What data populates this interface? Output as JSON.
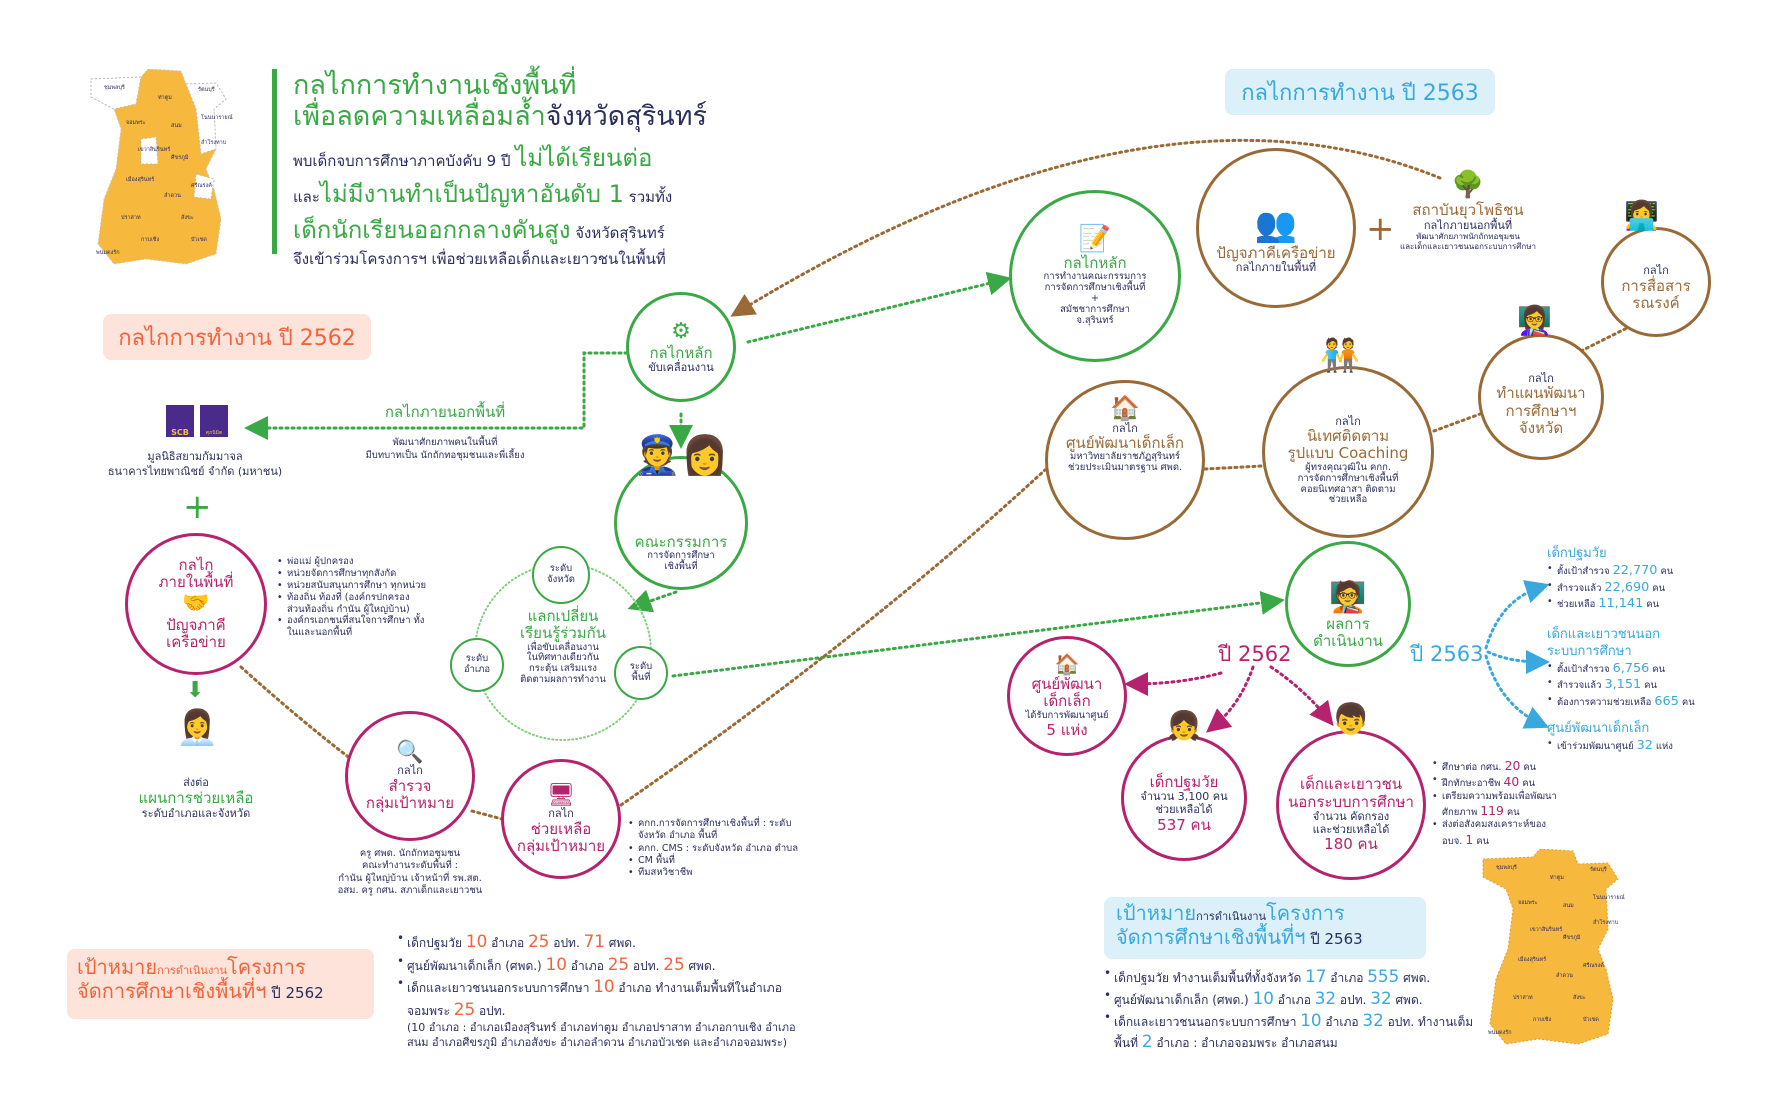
{
  "header": {
    "title_line1": "กลไกการทำงานเชิงพื้นที่",
    "title_line2_a": "เพื่อลดความเหลื่อมล้ำ",
    "title_line2_b": "จังหวัดสุรินทร์",
    "intro": [
      [
        {
          "t": "พบเด็กจบการศึกษาภาคบังคับ 9 ปี ",
          "h": false
        },
        {
          "t": "ไม่ได้เรียนต่อ",
          "h": true
        }
      ],
      [
        {
          "t": "และ",
          "h": false
        },
        {
          "t": "ไม่มีงานทำเป็นปัญหาอันดับ 1",
          "h": true
        },
        {
          "t": " รวมทั้ง",
          "h": false
        }
      ],
      [
        {
          "t": "เด็กนักเรียนออกกลางคันสูง",
          "h": true
        },
        {
          "t": " จังหวัดสุรินทร์",
          "h": false
        }
      ],
      [
        {
          "t": "จึงเข้าร่วมโครงการฯ เพื่อช่วยเหลือเด็กและเยาวชนในพื้นที่",
          "h": false
        }
      ]
    ]
  },
  "map": {
    "districts": [
      "ชุมพลบุรี",
      "ท่าตูม",
      "รัตนบุรี",
      "จอมพระ",
      "สนม",
      "โนนนารายณ์",
      "สำโรงทาบ",
      "เขวาสินรินทร์",
      "ศีขรภูมิ",
      "เมืองสุรินทร์",
      "ศรีณรงค์",
      "ลำดวน",
      "ปราสาท",
      "สังขะ",
      "กาบเชิง",
      "บัวเชด",
      "พนมดงรัก"
    ]
  },
  "y2562": {
    "label": "กลไกการทำงาน ปี 2562",
    "main_mech": {
      "title": "กลไกหลัก",
      "sub": "ขับเคลื่อนงาน"
    },
    "outside_label": "กลไกภายนอกพื้นที่",
    "outside_desc": [
      "พัฒนาศักยภาพคนในพื้นที่",
      "มีบทบาทเป็น นักถักทอชุมชนและพี่เลี้ยง"
    ],
    "logos": [
      "SCB",
      "ศุภนิมิต"
    ],
    "foundation": [
      "มูลนิธิสยามกัมมาจล",
      "ธนาคารไทยพาณิชย์ จำกัด (มหาชน)"
    ],
    "committee": {
      "title": "คณะกรรมการ",
      "sub": [
        "การจัดการศึกษา",
        "เชิงพื้นที่"
      ]
    },
    "inside": {
      "pre": "กลไก",
      "title": "ภายในพื้นที่",
      "sub": [
        "ปัญจภาคี",
        "เครือข่าย"
      ]
    },
    "inside_list": [
      "พ่อแม่ ผู้ปกครอง",
      "หน่วยจัดการศึกษาทุกสังกัด",
      "หน่วยสนับสนุนการศึกษา ทุกหน่วย",
      "ท้องถิ่น ท้องที่ (องค์กรปกครองส่วนท้องถิ่น กำนัน ผู้ใหญ่บ้าน)",
      "องค์กรเอกชนที่สนใจการศึกษา ทั้งในและนอกพื้นที่"
    ],
    "exchange": {
      "title": [
        "แลกเปลี่ยน",
        "เรียนรู้ร่วมกัน"
      ],
      "desc": [
        "เพื่อขับเคลื่อนงาน",
        "ในทิศทางเดียวกัน",
        "กระตุ้น เสริมแรง",
        "ติดตามผลการทำงาน"
      ]
    },
    "levels": {
      "province": [
        "ระดับ",
        "จังหวัด"
      ],
      "district": [
        "ระดับ",
        "อำเภอ"
      ],
      "area": [
        "ระดับ",
        "พื้นที่"
      ]
    },
    "referral": {
      "pre": "ส่งต่อ",
      "title": "แผนการช่วยเหลือ",
      "sub": "ระดับอำเภอและจังหวัด"
    },
    "survey": {
      "pre": "กลไก",
      "title": [
        "สำรวจ",
        "กลุ่มเป้าหมาย"
      ]
    },
    "survey_desc": [
      "ครู ศพด. นักถักทอชุมชน",
      "คณะทำงานระดับพื้นที่ :",
      "กำนัน ผู้ใหญ่บ้าน เจ้าหน้าที่ รพ.สต.",
      "อสม. ครู กศน. สภาเด็กและเยาวชน"
    ],
    "assist": {
      "pre": "กลไก",
      "title": [
        "ช่วยเหลือ",
        "กลุ่มเป้าหมาย"
      ]
    },
    "assist_list": [
      "คกก.การจัดการศึกษาเชิงพื้นที่ : ระดับจังหวัด อำเภอ พื้นที่",
      "คกก. CMS : ระดับจังหวัด อำเภอ ตำบล",
      "CM พื้นที่",
      "ทีมสหวิชาชีพ"
    ],
    "goal": {
      "a": "เป้าหมาย",
      "b": "การดำเนินงาน",
      "c": "โครงการ",
      "d": "จัดการศึกษาเชิงพื้นที่ฯ",
      "e": " ปี 2562"
    },
    "goal_list": [
      [
        {
          "t": "เด็กปฐมวัย ",
          "h": false
        },
        {
          "t": "10",
          "h": true
        },
        {
          "t": " อำเภอ ",
          "h": false
        },
        {
          "t": "25",
          "h": true
        },
        {
          "t": " อปท. ",
          "h": false
        },
        {
          "t": "71",
          "h": true
        },
        {
          "t": " ศพด.",
          "h": false
        }
      ],
      [
        {
          "t": "ศูนย์พัฒนาเด็กเล็ก (ศพด.) ",
          "h": false
        },
        {
          "t": "10",
          "h": true
        },
        {
          "t": " อำเภอ ",
          "h": false
        },
        {
          "t": "25",
          "h": true
        },
        {
          "t": " อปท. ",
          "h": false
        },
        {
          "t": "25",
          "h": true
        },
        {
          "t": " ศพด.",
          "h": false
        }
      ],
      [
        {
          "t": "เด็กและเยาวชนนอกระบบการศึกษา ",
          "h": false
        },
        {
          "t": "10",
          "h": true
        },
        {
          "t": " อำเภอ ทำงานเต็มพื้นที่ในอำเภอจอมพระ ",
          "h": false
        },
        {
          "t": "25",
          "h": true
        },
        {
          "t": " อปท.",
          "h": false
        }
      ]
    ],
    "goal_note": "(10 อำเภอ : อำเภอเมืองสุรินทร์ อำเภอท่าตูม อำเภอปราสาท อำเภอกาบเชิง อำเภอสนม อำเภอศีขรภูมิ อำเภอสังขะ อำเภอลำดวน อำเภอบัวเชด และอำเภอจอมพระ)"
  },
  "y2563": {
    "label": "กลไกการทำงาน ปี 2563",
    "main": {
      "title": "กลไกหลัก",
      "desc": [
        "การทำงานคณะกรรมการ",
        "การจัดการศึกษาเชิงพื้นที่",
        "+",
        "สมัชชาการศึกษา",
        "จ.สุรินทร์"
      ]
    },
    "network": {
      "title": "ปัญจภาคีเครือข่าย",
      "sub": "กลไกภายในพื้นที่"
    },
    "plus": "+",
    "yuwa": {
      "title": "สถาบันยุวโพธิชน",
      "sub": "กลไกภายนอกพื้นที่",
      "desc": [
        "พัฒนาศักยภาพนักถักทอชุมชน",
        "และเด็กและเยาวชนนอกระบบการศึกษา"
      ]
    },
    "comm": {
      "pre": "กลไก",
      "title": [
        "การสื่อสาร",
        "รณรงค์"
      ]
    },
    "plan": {
      "pre": "กลไก",
      "title": [
        "ทำแผนพัฒนา",
        "การศึกษาฯ",
        "จังหวัด"
      ]
    },
    "coach": {
      "pre": "กลไก",
      "title": [
        "นิเทศติดตาม",
        "รูปแบบ Coaching"
      ],
      "desc": [
        "ผู้ทรงคุณวุฒิใน คกก.",
        "การจัดการศึกษาเชิงพื้นที่",
        "คอยนิเทศอาสา ติดตาม",
        "ช่วยเหลือ"
      ]
    },
    "ecd": {
      "pre": "กลไก",
      "title": "ศูนย์พัฒนาเด็กเล็ก",
      "desc": [
        "มหาวิทยาลัยราชภัฏสุรินทร์",
        "ช่วยประเมินมาตรฐาน ศพด."
      ]
    },
    "goal": {
      "a": "เป้าหมาย",
      "b": "การดำเนินงาน",
      "c": "โครงการ",
      "d": "จัดการศึกษาเชิงพื้นที่ฯ",
      "e": " ปี 2563"
    },
    "goal_list": [
      [
        {
          "t": "เด็กปฐมวัย ทำงานเต็มพื้นที่ทั้งจังหวัด ",
          "h": false
        },
        {
          "t": "17",
          "h": true
        },
        {
          "t": " อำเภอ ",
          "h": false
        },
        {
          "t": "555",
          "h": true
        },
        {
          "t": " ศพด.",
          "h": false
        }
      ],
      [
        {
          "t": "ศูนย์พัฒนาเด็กเล็ก (ศพด.) ",
          "h": false
        },
        {
          "t": "10",
          "h": true
        },
        {
          "t": " อำเภอ ",
          "h": false
        },
        {
          "t": "32",
          "h": true
        },
        {
          "t": " อปท. ",
          "h": false
        },
        {
          "t": "32",
          "h": true
        },
        {
          "t": " ศพด.",
          "h": false
        }
      ],
      [
        {
          "t": "เด็กและเยาวชนนอกระบบการศึกษา ",
          "h": false
        },
        {
          "t": "10",
          "h": true
        },
        {
          "t": " อำเภอ ",
          "h": false
        },
        {
          "t": "32",
          "h": true
        },
        {
          "t": " อปท. ทำงานเต็มพื้นที่ ",
          "h": false
        },
        {
          "t": "2",
          "h": true
        },
        {
          "t": " อำเภอ : อำเภอจอมพระ อำเภอสนม",
          "h": false
        }
      ]
    ]
  },
  "results": {
    "title": [
      "ผลการ",
      "ดำเนินงาน"
    ],
    "y2562_label": "ปี 2562",
    "y2563_label": "ปี 2563",
    "r2562": {
      "ecd": {
        "title": [
          "ศูนย์พัฒนา",
          "เด็กเล็ก"
        ],
        "desc": "ได้รับการพัฒนาศูนย์",
        "value": "5 แห่ง"
      },
      "early": {
        "title": "เด็กปฐมวัย",
        "desc": [
          "จำนวน 3,100 คน",
          "ช่วยเหลือได้"
        ],
        "value": "537 คน"
      },
      "youth": {
        "title": [
          "เด็กและเยาวชน",
          "นอกระบบการศึกษา"
        ],
        "desc": [
          "จำนวน คัดกรอง",
          "และช่วยเหลือได้"
        ],
        "value": "180 คน"
      },
      "youth_list": [
        [
          {
            "t": "ศึกษาต่อ กศน. ",
            "h": false
          },
          {
            "t": "20",
            "h": true
          },
          {
            "t": " คน",
            "h": false
          }
        ],
        [
          {
            "t": "ฝึกทักษะอาชีพ ",
            "h": false
          },
          {
            "t": "40",
            "h": true
          },
          {
            "t": " คน",
            "h": false
          }
        ],
        [
          {
            "t": "เตรียมความพร้อมเพื่อพัฒนาศักยภาพ ",
            "h": false
          },
          {
            "t": "119",
            "h": true
          },
          {
            "t": " คน",
            "h": false
          }
        ],
        [
          {
            "t": "ส่งต่อสังคมสงเคราะห์ของ อบจ. ",
            "h": false
          },
          {
            "t": "1",
            "h": true
          },
          {
            "t": " คน",
            "h": false
          }
        ]
      ]
    },
    "r2563": [
      {
        "title": "เด็กปฐมวัย",
        "items": [
          [
            {
              "t": "ตั้งเป้าสำรวจ ",
              "h": false
            },
            {
              "t": "22,770",
              "h": true
            },
            {
              "t": " คน",
              "h": false
            }
          ],
          [
            {
              "t": "สำรวจแล้ว ",
              "h": false
            },
            {
              "t": "22,690",
              "h": true
            },
            {
              "t": " คน",
              "h": false
            }
          ],
          [
            {
              "t": "ช่วยเหลือ ",
              "h": false
            },
            {
              "t": "11,141",
              "h": true
            },
            {
              "t": " คน",
              "h": false
            }
          ]
        ]
      },
      {
        "title": "เด็กและเยาวชนนอกระบบการศึกษา",
        "items": [
          [
            {
              "t": "ตั้งเป้าสำรวจ ",
              "h": false
            },
            {
              "t": "6,756",
              "h": true
            },
            {
              "t": " คน",
              "h": false
            }
          ],
          [
            {
              "t": "สำรวจแล้ว ",
              "h": false
            },
            {
              "t": "3,151",
              "h": true
            },
            {
              "t": " คน",
              "h": false
            }
          ],
          [
            {
              "t": "ต้องการความช่วยเหลือ ",
              "h": false
            },
            {
              "t": "665",
              "h": true
            },
            {
              "t": " คน",
              "h": false
            }
          ]
        ]
      },
      {
        "title": "ศูนย์พัฒนาเด็กเล็ก",
        "items": [
          [
            {
              "t": "เข้าร่วมพัฒนาศูนย์ ",
              "h": false
            },
            {
              "t": "32",
              "h": true
            },
            {
              "t": " แห่ง",
              "h": false
            }
          ]
        ]
      }
    ]
  },
  "colors": {
    "green": "#3aa845",
    "brown": "#9a6a36",
    "pink": "#b5226d",
    "orange": "#f0643c",
    "blue": "#3aa8dc",
    "navy": "#2b2f5e",
    "map": "#f7b83e"
  }
}
